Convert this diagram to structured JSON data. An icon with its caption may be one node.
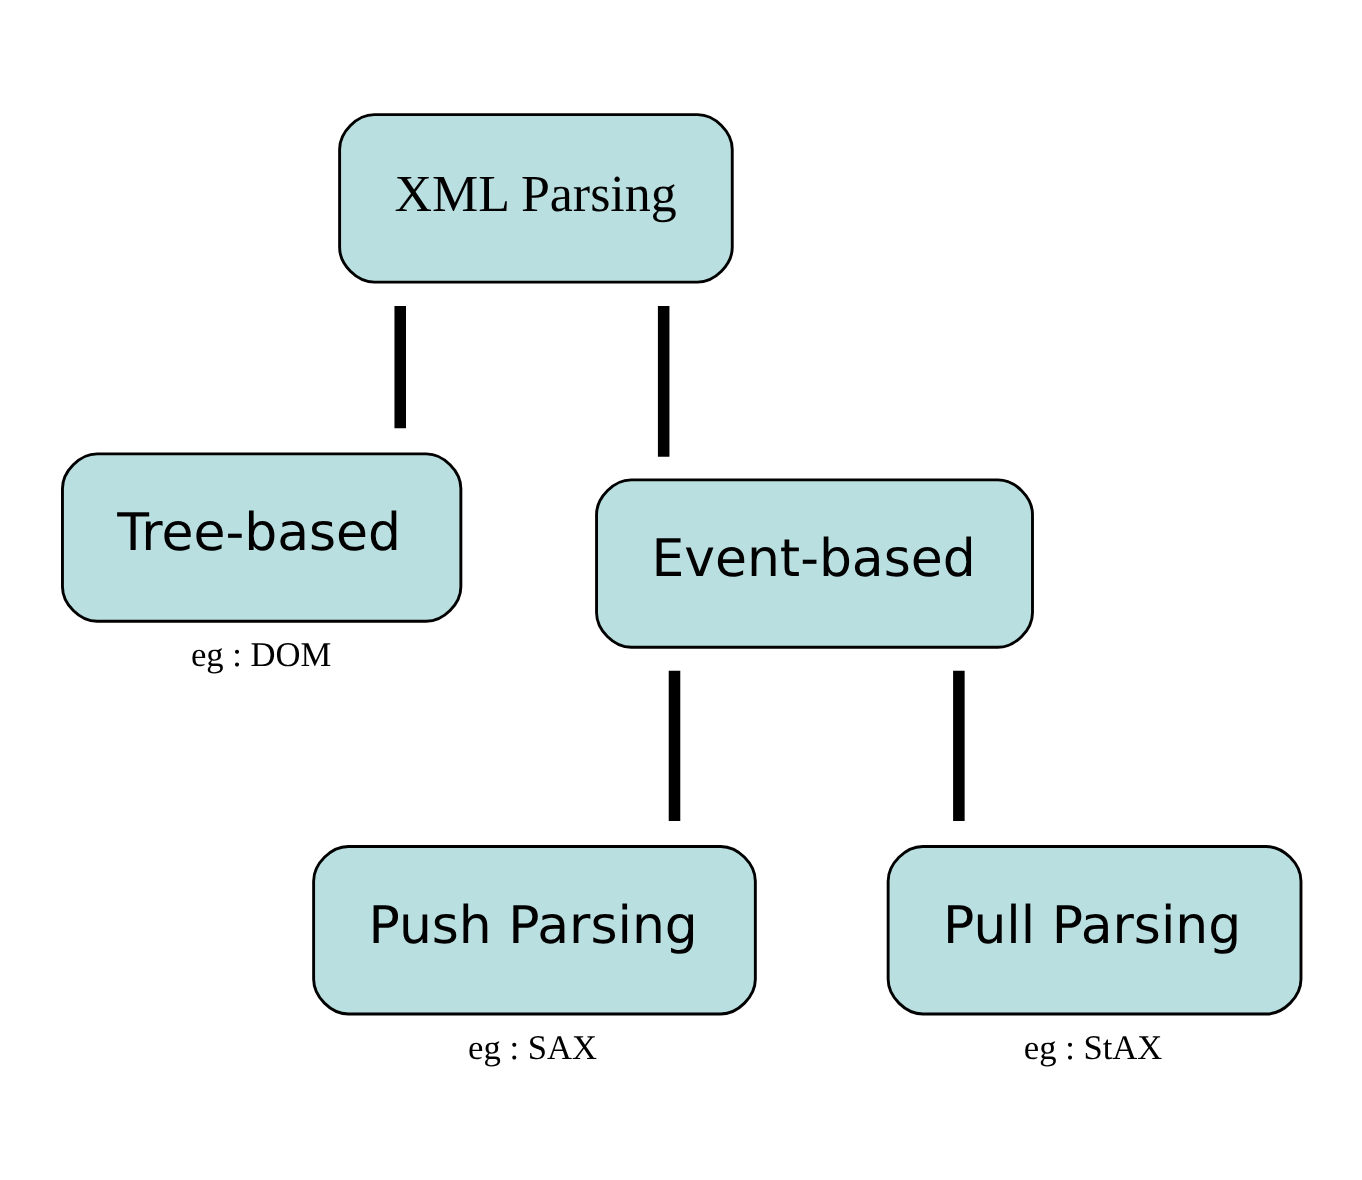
{
  "diagram": {
    "nodes": [
      {
        "text": [
          "XML Parsing"
        ]
      },
      {
        "text": [
          "Tree-based"
        ],
        "beside": [
          "eg : DOM"
        ]
      },
      {
        "text": [
          "Event-based"
        ]
      },
      {
        "text": [
          "Push Parsing"
        ],
        "beside": [
          "eg : SAX"
        ]
      },
      {
        "text": [
          "Pull Parsing"
        ],
        "beside": [
          "eg : StAX"
        ]
      }
    ],
    "edges": [
      {
        "from": 0,
        "to": 1,
        "arrow": "none"
      },
      {
        "from": 0,
        "to": 2,
        "arrow": "none"
      },
      {
        "from": 2,
        "to": 3,
        "arrow": "none"
      },
      {
        "from": 2,
        "to": 4,
        "arrow": "none"
      }
    ]
  }
}
